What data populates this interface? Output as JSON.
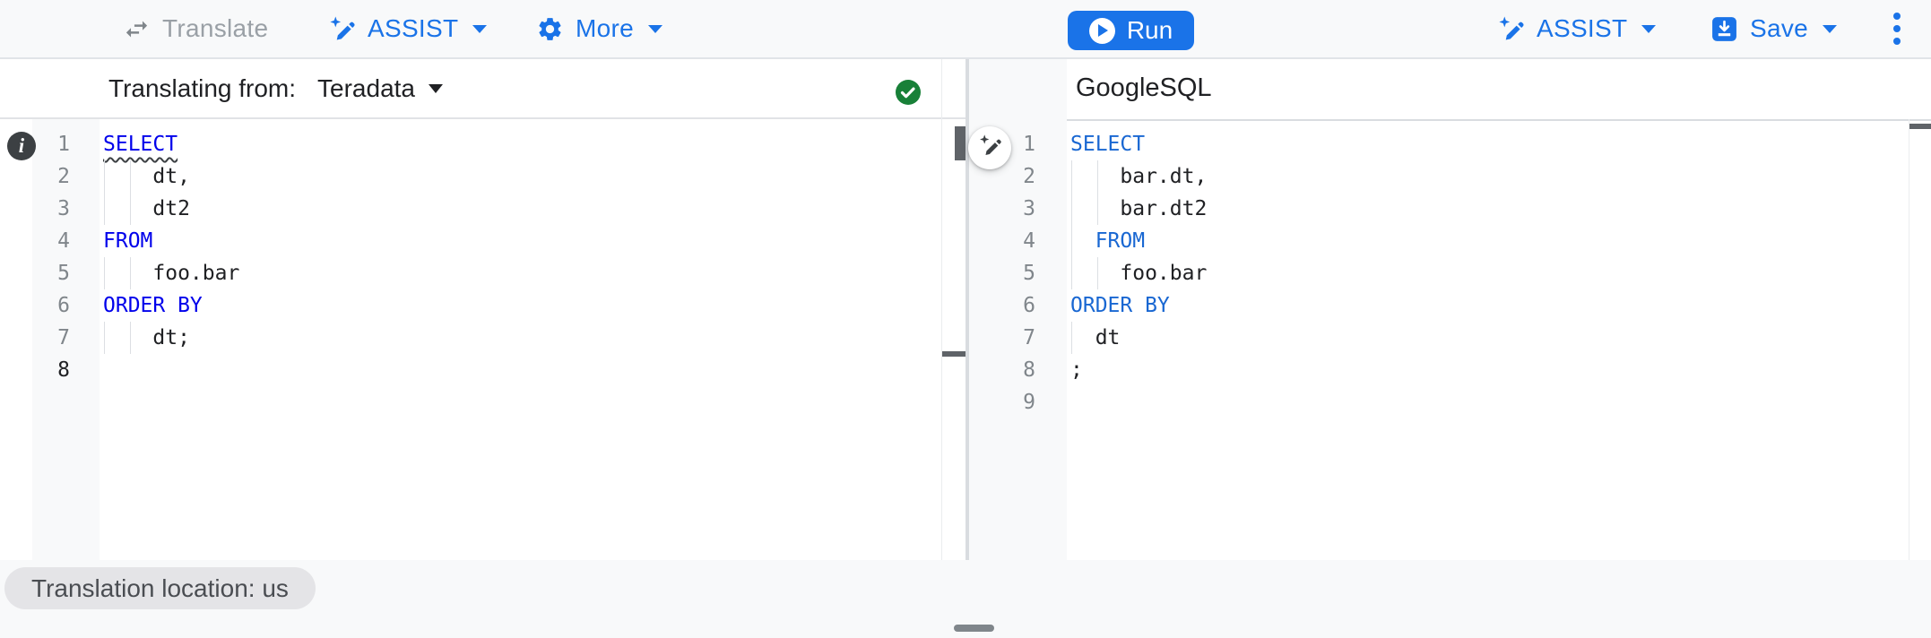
{
  "toolbar": {
    "translate_label": "Translate",
    "assist_left_label": "ASSIST",
    "more_label": "More",
    "run_label": "Run",
    "assist_right_label": "ASSIST",
    "save_label": "Save"
  },
  "icons": {
    "translate": "swap-horizontal-arrows",
    "assist": "pen-with-sparkle",
    "more": "gear",
    "run": "play-circle",
    "save": "save-arrow-tray",
    "overflow": "kebab-menu",
    "status": "check-circle",
    "margin_marker": "info-circle",
    "fab": "magic-wand-pen"
  },
  "left_panel": {
    "header_label": "Translating from:",
    "source_dialect": "Teradata",
    "status": "translation-success",
    "lines": [
      {
        "n": "1",
        "guides": 0,
        "segs": [
          {
            "t": "SELECT",
            "type": "kw",
            "squiggle": true
          }
        ]
      },
      {
        "n": "2",
        "guides": 2,
        "segs": [
          {
            "t": "    dt,",
            "type": "pl"
          }
        ]
      },
      {
        "n": "3",
        "guides": 2,
        "segs": [
          {
            "t": "    dt2",
            "type": "pl"
          }
        ]
      },
      {
        "n": "4",
        "guides": 0,
        "segs": [
          {
            "t": "FROM",
            "type": "kw"
          }
        ]
      },
      {
        "n": "5",
        "guides": 2,
        "segs": [
          {
            "t": "    foo.bar",
            "type": "pl"
          }
        ]
      },
      {
        "n": "6",
        "guides": 0,
        "segs": [
          {
            "t": "ORDER BY",
            "type": "kw"
          }
        ]
      },
      {
        "n": "7",
        "guides": 2,
        "segs": [
          {
            "t": "    dt;",
            "type": "pl"
          }
        ]
      },
      {
        "n": "8",
        "guides": 0,
        "active": true,
        "segs": []
      }
    ]
  },
  "right_panel": {
    "header_label": "GoogleSQL",
    "lines": [
      {
        "n": "1",
        "guides": 0,
        "segs": [
          {
            "t": "SELECT",
            "type": "kw"
          }
        ]
      },
      {
        "n": "2",
        "guides": 2,
        "segs": [
          {
            "t": "    bar.dt,",
            "type": "pl"
          }
        ]
      },
      {
        "n": "3",
        "guides": 2,
        "segs": [
          {
            "t": "    bar.dt2",
            "type": "pl"
          }
        ]
      },
      {
        "n": "4",
        "guides": 1,
        "segs": [
          {
            "t": "  ",
            "type": "pl"
          },
          {
            "t": "FROM",
            "type": "kw"
          }
        ]
      },
      {
        "n": "5",
        "guides": 2,
        "segs": [
          {
            "t": "    foo.bar",
            "type": "pl"
          }
        ]
      },
      {
        "n": "6",
        "guides": 0,
        "segs": [
          {
            "t": "ORDER BY",
            "type": "kw"
          }
        ]
      },
      {
        "n": "7",
        "guides": 1,
        "segs": [
          {
            "t": "  dt",
            "type": "pl"
          }
        ]
      },
      {
        "n": "8",
        "guides": 0,
        "segs": [
          {
            "t": ";",
            "type": "pl"
          }
        ]
      },
      {
        "n": "9",
        "guides": 0,
        "segs": []
      }
    ]
  },
  "footer": {
    "location_chip": "Translation location: us"
  },
  "colors": {
    "accent_blue": "#1a73e8",
    "success_green": "#188038",
    "left_keyword_blue": "#0000eb",
    "right_keyword_blue": "#1967d2",
    "toolbar_bg": "#f8f9fa",
    "gutter_bg": "#f8f9fa",
    "disabled_gray": "#9aa0a6"
  }
}
